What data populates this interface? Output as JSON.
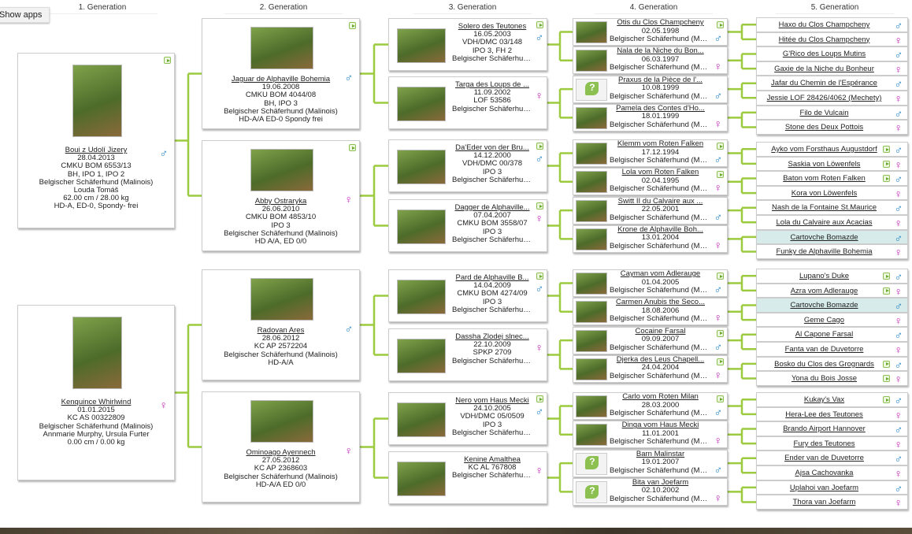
{
  "show_apps": "Show apps",
  "headers": [
    "1. Generation",
    "2. Generation",
    "3. Generation",
    "4. Generation",
    "5. Generation"
  ],
  "colors": {
    "connector": "#9ccb3f",
    "male": "#1b7ec2",
    "female": "#c21fb8",
    "highlight": "#d6ebea"
  },
  "gen1": [
    {
      "name": "Boui z Udolí Jizery",
      "sex": "male",
      "video": true,
      "lines": [
        "28.04.2013",
        "CMKU BOM 6553/13",
        "BH, IPO 1, IPO 2",
        "Belgischer Schäferhund (Malinois)",
        "Louda Tomáš",
        "62.00 cm / 28.00 kg",
        "HD-A, ED-0, Spondy- frei"
      ]
    },
    {
      "name": "Kenquince Whirlwind",
      "sex": "female",
      "video": false,
      "lines": [
        "01.01.2015",
        "KC AS 00322809",
        "Belgischer Schäferhund (Malinois)",
        "Annmarie Murphy, Ursula Furter",
        "0.00 cm / 0.00 kg"
      ]
    }
  ],
  "gen2": [
    {
      "name": "Jaguar de Alphaville Bohemia",
      "sex": "male",
      "video": true,
      "lines": [
        "19.06.2008",
        "CMKU BOM 4044/08",
        "BH, IPO 3",
        "Belgischer Schäferhund (Malinois)",
        "HD-A/A ED-0 Spondy frei"
      ]
    },
    {
      "name": "Abby Ostraryka",
      "sex": "female",
      "video": true,
      "lines": [
        "26.06.2010",
        "CMKU BOM 4853/10",
        "IPO 3",
        "Belgischer Schäferhund (Malinois)",
        "HD A/A, ED 0/0"
      ]
    },
    {
      "name": "Radovan Ares",
      "sex": "male",
      "video": false,
      "lines": [
        "28.06.2012",
        "KC AP 2572204",
        "Belgischer Schäferhund (Malinois)",
        "HD-A/A"
      ]
    },
    {
      "name": "Ominoago Ayennech",
      "sex": "female",
      "video": false,
      "lines": [
        "27.05.2012",
        "KC AP 2368603",
        "Belgischer Schäferhund (Malinois)",
        "HD-A/A ED 0/0"
      ]
    }
  ],
  "gen3": [
    {
      "name": "Solero des Teutones",
      "sex": "male",
      "video": true,
      "lines": [
        "16.05.2003",
        "VDH/DMC 03/148",
        "IPO 3, FH 2",
        "Belgischer Schäferhund (M..."
      ]
    },
    {
      "name": "Targa des Loups de ...",
      "sex": "female",
      "video": false,
      "lines": [
        "11.09.2002",
        "LOF 53586",
        "Belgischer Schäferhund (M..."
      ]
    },
    {
      "name": "Da'Eder von der Bru...",
      "sex": "male",
      "video": true,
      "lines": [
        "14.12.2000",
        "VDH/DMC 00/378",
        "IPO 3",
        "Belgischer Schäferhund (M..."
      ]
    },
    {
      "name": "Dagger de Alphaville...",
      "sex": "female",
      "video": true,
      "lines": [
        "07.04.2007",
        "CMKU BOM 3558/07",
        "IPO 3",
        "Belgischer Schäferhund (M..."
      ]
    },
    {
      "name": "Pard de Alphaville B...",
      "sex": "male",
      "video": true,
      "lines": [
        "14.04.2009",
        "CMKU BOM 4274/09",
        "IPO 3",
        "Belgischer Schäferhund (M..."
      ]
    },
    {
      "name": "Dassha Zlodej slnec...",
      "sex": "female",
      "video": false,
      "lines": [
        "22.10.2009",
        "SPKP 2709",
        "Belgischer Schäferhund (M..."
      ]
    },
    {
      "name": "Nero vom Haus Mecki",
      "sex": "male",
      "video": true,
      "lines": [
        "24.10.2005",
        "VDH/DMC 05/0509",
        "IPO 3",
        "Belgischer Schäferhund (M..."
      ]
    },
    {
      "name": "Kenine Amalthea",
      "sex": "female",
      "video": false,
      "lines": [
        "KC AL 767808",
        "Belgischer Schäferhund (M..."
      ]
    }
  ],
  "gen4": [
    {
      "name": "Otis du Clos Champcheny",
      "sex": "male",
      "video": true,
      "unknown": false,
      "lines": [
        "02.05.1998",
        "Belgischer Schäferhund (Malin..."
      ]
    },
    {
      "name": "Nala de la Niche du Bon...",
      "sex": "female",
      "video": false,
      "unknown": false,
      "lines": [
        "06.03.1997",
        "Belgischer Schäferhund (Malin..."
      ]
    },
    {
      "name": "Praxus de la Pièce de l'...",
      "sex": "male",
      "video": false,
      "unknown": true,
      "lines": [
        "10.08.1999",
        "Belgischer Schäferhund (Malin..."
      ]
    },
    {
      "name": "Pamela des Contes d'Ho...",
      "sex": "female",
      "video": false,
      "unknown": false,
      "lines": [
        "18.01.1999",
        "Belgischer Schäferhund (Malin..."
      ]
    },
    {
      "name": "Klemm vom Roten Falken",
      "sex": "male",
      "video": true,
      "unknown": false,
      "lines": [
        "17.12.1994",
        "Belgischer Schäferhund (Malin..."
      ]
    },
    {
      "name": "Lola vom Roten Falken",
      "sex": "female",
      "video": true,
      "unknown": false,
      "lines": [
        "02.04.1995",
        "Belgischer Schäferhund (Malin..."
      ]
    },
    {
      "name": "Switt II du Calvaire aux ...",
      "sex": "male",
      "video": false,
      "unknown": false,
      "lines": [
        "22.05.2001",
        "Belgischer Schäferhund (Malin..."
      ]
    },
    {
      "name": "Krone de Alphaville Boh...",
      "sex": "female",
      "video": false,
      "unknown": false,
      "lines": [
        "13.01.2004",
        "Belgischer Schäferhund (Malin..."
      ]
    },
    {
      "name": "Cayman vom Adlerauge",
      "sex": "male",
      "video": true,
      "unknown": false,
      "lines": [
        "01.04.2005",
        "Belgischer Schäferhund (Malin..."
      ]
    },
    {
      "name": "Carmen Anubis the Seco...",
      "sex": "female",
      "video": false,
      "unknown": false,
      "lines": [
        "18.08.2006",
        "Belgischer Schäferhund (Malin..."
      ]
    },
    {
      "name": "Cocaine Farsal",
      "sex": "male",
      "video": true,
      "unknown": false,
      "lines": [
        "09.09.2007",
        "Belgischer Schäferhund (Malin..."
      ]
    },
    {
      "name": "Djerka des Leus Chapell...",
      "sex": "female",
      "video": true,
      "unknown": false,
      "lines": [
        "24.04.2004",
        "Belgischer Schäferhund (Malin..."
      ]
    },
    {
      "name": "Carlo vom Roten Milan",
      "sex": "male",
      "video": true,
      "unknown": false,
      "lines": [
        "28.03.2000",
        "Belgischer Schäferhund (Malin..."
      ]
    },
    {
      "name": "Dinga vom Haus Mecki",
      "sex": "female",
      "video": false,
      "unknown": false,
      "lines": [
        "11.01.2001",
        "Belgischer Schäferhund (Malin..."
      ]
    },
    {
      "name": "Barn Malinstar",
      "sex": "male",
      "video": false,
      "unknown": true,
      "lines": [
        "19.01.2007",
        "Belgischer Schäferhund (Malin..."
      ]
    },
    {
      "name": "Bita van Joefarm",
      "sex": "female",
      "video": false,
      "unknown": true,
      "lines": [
        "02.10.2002",
        "Belgischer Schäferhund (Malin..."
      ]
    }
  ],
  "gen5": [
    {
      "name": "Haxo du Clos Champcheny",
      "sex": "male",
      "video": false,
      "highlight": false
    },
    {
      "name": "Hitée du Clos Champcheny",
      "sex": "female",
      "video": false,
      "highlight": false
    },
    {
      "name": "G'Rico des Loups Mutins",
      "sex": "male",
      "video": false,
      "highlight": false
    },
    {
      "name": "Gaxie de la Niche du Bonheur",
      "sex": "female",
      "video": false,
      "highlight": false
    },
    {
      "name": "Jafar du Chemin de l'Espérance",
      "sex": "male",
      "video": false,
      "highlight": false
    },
    {
      "name": "Jessie LOF 28426/4062 (Mechety)",
      "sex": "female",
      "video": false,
      "highlight": false
    },
    {
      "name": "Filo de Vulcain",
      "sex": "male",
      "video": false,
      "highlight": false
    },
    {
      "name": "Stone des Deux Pottois",
      "sex": "female",
      "video": false,
      "highlight": false
    },
    {
      "name": "Ayko vom Forsthaus Augustdorf",
      "sex": "male",
      "video": true,
      "highlight": false
    },
    {
      "name": "Saskia von Löwenfels",
      "sex": "female",
      "video": true,
      "highlight": false
    },
    {
      "name": "Baton vom Roten Falken",
      "sex": "male",
      "video": true,
      "highlight": false
    },
    {
      "name": "Kora von Löwenfels",
      "sex": "female",
      "video": false,
      "highlight": false
    },
    {
      "name": "Nash de la Fontaine St.Maurice",
      "sex": "male",
      "video": false,
      "highlight": false
    },
    {
      "name": "Lola du Calvaire aux Acacias",
      "sex": "female",
      "video": false,
      "highlight": false
    },
    {
      "name": "Cartovche Bomazde",
      "sex": "male",
      "video": false,
      "highlight": true
    },
    {
      "name": "Funky de Alphaville Bohemia",
      "sex": "female",
      "video": false,
      "highlight": false
    },
    {
      "name": "Lupano's Duke",
      "sex": "male",
      "video": true,
      "highlight": false
    },
    {
      "name": "Azra vom Adlerauge",
      "sex": "female",
      "video": true,
      "highlight": false
    },
    {
      "name": "Cartovche Bomazde",
      "sex": "male",
      "video": false,
      "highlight": true
    },
    {
      "name": "Geme Cago",
      "sex": "female",
      "video": false,
      "highlight": false
    },
    {
      "name": "Al Capone Farsal",
      "sex": "male",
      "video": false,
      "highlight": false
    },
    {
      "name": "Fanta van de Duvetorre",
      "sex": "female",
      "video": false,
      "highlight": false
    },
    {
      "name": "Bosko du Clos des Grognards",
      "sex": "male",
      "video": true,
      "highlight": false
    },
    {
      "name": "Yona du Bois Josse",
      "sex": "female",
      "video": true,
      "highlight": false
    },
    {
      "name": "Kukay's Vax",
      "sex": "male",
      "video": true,
      "highlight": false
    },
    {
      "name": "Hera-Lee des Teutones",
      "sex": "female",
      "video": false,
      "highlight": false
    },
    {
      "name": "Brando Airport Hannover",
      "sex": "male",
      "video": false,
      "highlight": false
    },
    {
      "name": "Fury des Teutones",
      "sex": "female",
      "video": false,
      "highlight": false
    },
    {
      "name": "Ender van de Duvetorre",
      "sex": "male",
      "video": false,
      "highlight": false
    },
    {
      "name": "Ajsa Cachovanka",
      "sex": "female",
      "video": false,
      "highlight": false
    },
    {
      "name": "Uplahoi van Joefarm",
      "sex": "male",
      "video": false,
      "highlight": false
    },
    {
      "name": "Thora van Joefarm",
      "sex": "female",
      "video": false,
      "highlight": false
    }
  ]
}
